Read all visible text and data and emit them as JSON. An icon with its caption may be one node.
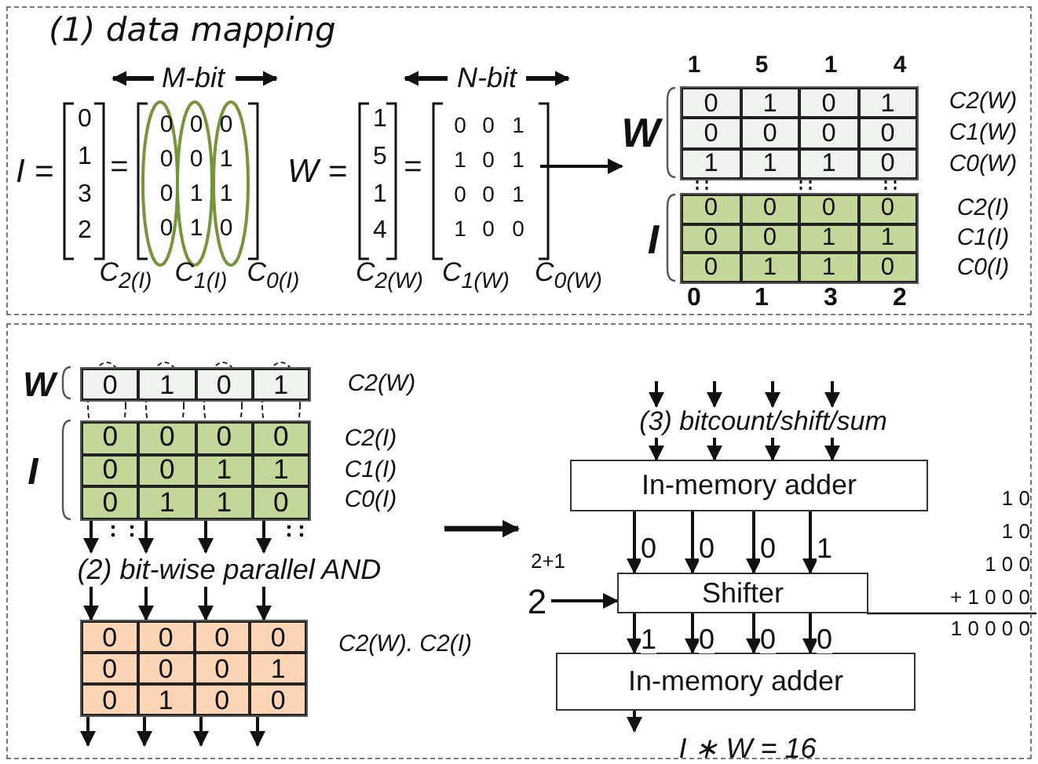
{
  "diagram": {
    "nodes": [
      {
        "text": [
          "(1) data mapping"
        ]
      },
      {
        "text": [
          "0",
          "1",
          "0",
          "1",
          "0",
          "0",
          "0",
          "0",
          "1",
          "1",
          "1",
          "0"
        ],
        "in": 0,
        "beside": [
          "W",
          "C2(W)",
          "C1(W)",
          "C0(W)",
          "1",
          "5",
          "1",
          "4"
        ]
      },
      {
        "text": [
          "0",
          "0",
          "0",
          "0",
          "0",
          "0",
          "1",
          "1",
          "0",
          "1",
          "1",
          "0"
        ],
        "in": 0,
        "beside": [
          "I",
          "C2(I)",
          "C1(I)",
          "C0(I)",
          "0",
          "1",
          "3",
          "2"
        ]
      },
      {
        "text": [],
        "shape": "box"
      },
      {
        "text": [
          "0",
          "1",
          "0",
          "1"
        ],
        "in": 3,
        "beside": [
          "W",
          "C2(W)"
        ]
      },
      {
        "text": [
          "0",
          "0",
          "0",
          "0",
          "0",
          "0",
          "1",
          "1",
          "0",
          "1",
          "1",
          "0"
        ],
        "in": 3,
        "beside": [
          "I",
          "C2(I)",
          "C1(I)",
          "C0(I)"
        ]
      },
      {
        "text": [
          "(2) bit-wise parallel AND"
        ],
        "in": 3
      },
      {
        "text": [
          "0",
          "0",
          "0",
          "0",
          "0",
          "0",
          "0",
          "1",
          "0",
          "1",
          "0",
          "0"
        ],
        "in": 3,
        "beside": [
          "C2(W). C2(I)"
        ]
      },
      {
        "text": [
          "(3) bitcount/shift/sum"
        ],
        "in": 3
      },
      {
        "text": [
          "In-memory adder"
        ],
        "in": 3
      },
      {
        "text": [
          "Shifter"
        ],
        "in": 3
      },
      {
        "text": [
          "In-memory adder"
        ],
        "in": 3
      },
      {
        "text": [
          "2"
        ],
        "in": 3,
        "beside": [
          "2+1"
        ]
      },
      {
        "text": [
          "I ∗ W = 16"
        ],
        "in": 3
      }
    ],
    "edges": [
      {
        "from": 5,
        "to": 6,
        "arrow": "to"
      },
      {
        "from": 5,
        "to": 6,
        "arrow": "to"
      },
      {
        "from": 5,
        "to": 6,
        "arrow": "to"
      },
      {
        "from": 5,
        "to": 6,
        "arrow": "to"
      },
      {
        "from": 6,
        "to": 7,
        "arrow": "to"
      },
      {
        "from": 6,
        "to": 7,
        "arrow": "to"
      },
      {
        "from": 6,
        "to": 7,
        "arrow": "to"
      },
      {
        "from": 6,
        "to": 7,
        "arrow": "to"
      },
      {
        "from": 7,
        "to": null,
        "arrow": "to"
      },
      {
        "from": 7,
        "to": null,
        "arrow": "to"
      },
      {
        "from": 7,
        "to": null,
        "arrow": "to"
      },
      {
        "from": 7,
        "to": null,
        "arrow": "to"
      },
      {
        "from": null,
        "to": 8,
        "arrow": "to"
      },
      {
        "from": null,
        "to": 8,
        "arrow": "to"
      },
      {
        "from": null,
        "to": 8,
        "arrow": "to"
      },
      {
        "from": null,
        "to": 8,
        "arrow": "to"
      },
      {
        "from": 8,
        "to": 9,
        "arrow": "to"
      },
      {
        "from": 8,
        "to": 9,
        "arrow": "to"
      },
      {
        "from": 8,
        "to": 9,
        "arrow": "to"
      },
      {
        "from": 8,
        "to": 9,
        "arrow": "to"
      },
      {
        "from": 9,
        "to": 10,
        "arrow": "to",
        "label": "0"
      },
      {
        "from": 9,
        "to": 10,
        "arrow": "to",
        "label": "0"
      },
      {
        "from": 9,
        "to": 10,
        "arrow": "to",
        "label": "0"
      },
      {
        "from": 9,
        "to": 10,
        "arrow": "to",
        "label": "1"
      },
      {
        "from": 10,
        "to": 11,
        "arrow": "to",
        "label": "1"
      },
      {
        "from": 10,
        "to": 11,
        "arrow": "to",
        "label": "0"
      },
      {
        "from": 10,
        "to": 11,
        "arrow": "to",
        "label": "0"
      },
      {
        "from": 10,
        "to": 11,
        "arrow": "to",
        "label": "0"
      },
      {
        "from": 12,
        "to": 10,
        "arrow": "to"
      },
      {
        "from": 11,
        "to": 13,
        "arrow": "to"
      },
      {
        "from": null,
        "to": 1,
        "arrow": "to"
      }
    ],
    "labels": [
      "M-bit",
      "N-bit",
      "I =",
      "0",
      "1",
      "3",
      "2",
      "=",
      "0",
      "0",
      "0",
      "0",
      "0",
      "1",
      "0",
      "1",
      "1",
      "0",
      "1",
      "0",
      "W =",
      "1",
      "5",
      "1",
      "4",
      "=",
      "0",
      "0",
      "1",
      "1",
      "0",
      "1",
      "0",
      "0",
      "1",
      "1",
      "0",
      "0",
      "C$_{2(I)}$",
      "C$_{1(I)}$",
      "C$_{0(I)}$",
      "C$_{2(W)}$",
      "C$_{1(W)}$",
      "C$_{0(W)}$",
      "1 0",
      "1 0",
      "1 0 0",
      "+ 1 0 0 0",
      "1 0 0 0 0"
    ]
  }
}
